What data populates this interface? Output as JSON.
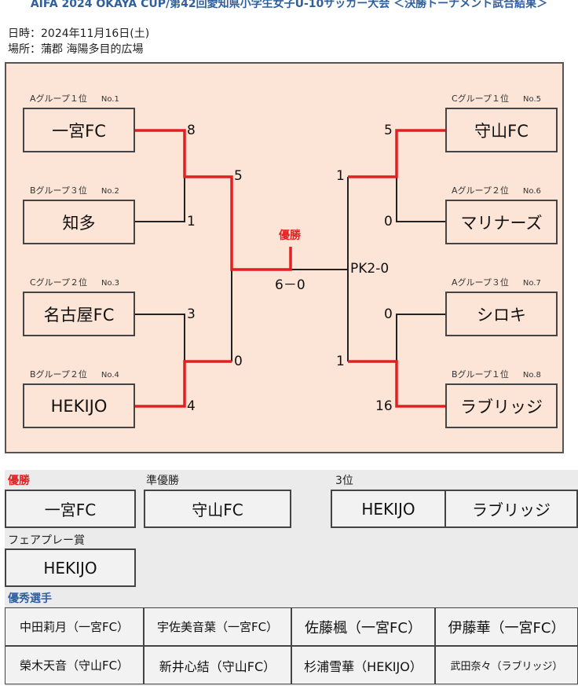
{
  "header": {
    "title": "AIFA 2024 OKAYA CUP/第42回愛知県小学生女子U-10サッカー大会 ＜決勝トーナメント試合結果＞",
    "date": "日時：2024年11月16日(土)",
    "venue": "場所：蒲郡 海陽多目的広場"
  },
  "bracket": {
    "teams": [
      {
        "group": "Aグループ１位",
        "no": "No.1",
        "name": "一宮FC",
        "score": "8"
      },
      {
        "group": "Bグループ３位",
        "no": "No.2",
        "name": "知多",
        "score": "1"
      },
      {
        "group": "Cグループ２位",
        "no": "No.3",
        "name": "名古屋FC",
        "score": "3"
      },
      {
        "group": "Bグループ２位",
        "no": "No.4",
        "name": "HEKIJO",
        "score": "4"
      },
      {
        "group": "Cグループ１位",
        "no": "No.5",
        "name": "守山FC",
        "score": "5"
      },
      {
        "group": "Aグループ２位",
        "no": "No.6",
        "name": "マリナーズ",
        "score": "0"
      },
      {
        "group": "Aグループ３位",
        "no": "No.7",
        "name": "シロキ",
        "score": "0"
      },
      {
        "group": "Bグループ１位",
        "no": "No.8",
        "name": "ラブリッジ",
        "score": "16"
      }
    ],
    "semi_scores": {
      "left_top": "5",
      "left_bottom": "0",
      "right_top": "1",
      "right_bottom": "1"
    },
    "final_score": "6－0",
    "pk_note": "PK2-0",
    "champion_label": "優勝"
  },
  "results": {
    "champion_label": "優勝",
    "champion": "一宮FC",
    "runner_up_label": "準優勝",
    "runner_up": "守山FC",
    "third_label": "3位",
    "third": [
      "HEKIJO",
      "ラブリッジ"
    ],
    "fairplay_label": "フェアプレー賞",
    "fairplay": "HEKIJO",
    "mvp_label": "優秀選手",
    "players": [
      "中田莉月（一宮FC）",
      "宇佐美音葉（一宮FC）",
      "佐藤楓（一宮FC）",
      "伊藤華（一宮FC）",
      "榮木天音（守山FC）",
      "新井心結（守山FC）",
      "杉浦雪華（HEKIJO）",
      "武田奈々（ラブリッジ）"
    ]
  },
  "colors": {
    "winner_line": "#e02020",
    "bracket_bg": "#fce4d6",
    "title": "#2f5f9e"
  }
}
